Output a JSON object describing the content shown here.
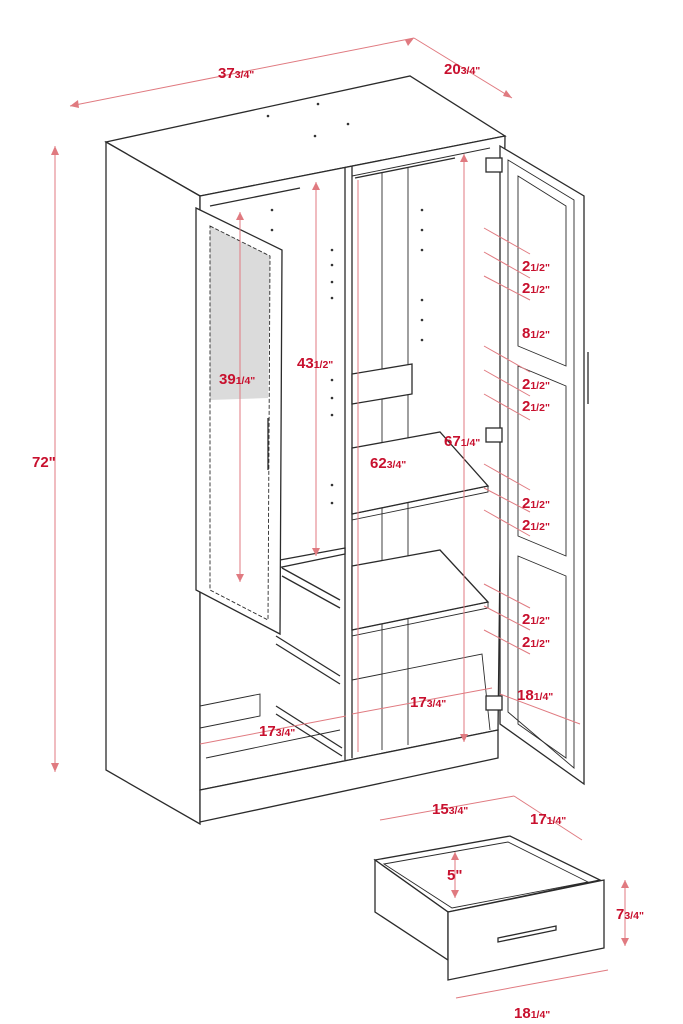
{
  "dimensions": {
    "width": {
      "whole": "37",
      "frac": "3/4\""
    },
    "depth": {
      "whole": "20",
      "frac": "3/4\""
    },
    "height": {
      "whole": "72\"",
      "frac": ""
    },
    "door_inner_height": {
      "whole": "39",
      "frac": "1/4\""
    },
    "left_hang_height": {
      "whole": "43",
      "frac": "1/2\""
    },
    "right_interior_height": {
      "whole": "62",
      "frac": "3/4\""
    },
    "door_height": {
      "whole": "67",
      "frac": "1/4\""
    },
    "left_lower_width": {
      "whole": "17",
      "frac": "3/4\""
    },
    "right_lower_width": {
      "whole": "17",
      "frac": "3/4\""
    },
    "door_width": {
      "whole": "18",
      "frac": "1/4\""
    },
    "shelf_spacing": [
      {
        "whole": "2",
        "frac": "1/2\""
      },
      {
        "whole": "2",
        "frac": "1/2\""
      },
      {
        "whole": "8",
        "frac": "1/2\""
      },
      {
        "whole": "2",
        "frac": "1/2\""
      },
      {
        "whole": "2",
        "frac": "1/2\""
      },
      {
        "whole": "2",
        "frac": "1/2\""
      },
      {
        "whole": "2",
        "frac": "1/2\""
      },
      {
        "whole": "2",
        "frac": "1/2\""
      },
      {
        "whole": "2",
        "frac": "1/2\""
      }
    ],
    "drawer_width": {
      "whole": "15",
      "frac": "3/4\""
    },
    "drawer_depth": {
      "whole": "17",
      "frac": "1/4\""
    },
    "drawer_inner_height": {
      "whole": "5\"",
      "frac": ""
    },
    "drawer_front_height": {
      "whole": "7",
      "frac": "3/4\""
    },
    "drawer_front_width": {
      "whole": "18",
      "frac": "1/4\""
    }
  }
}
